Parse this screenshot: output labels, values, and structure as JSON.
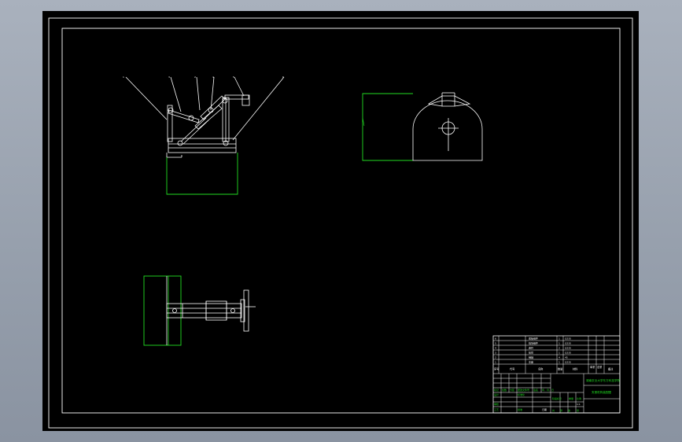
{
  "drawing": {
    "background": "#000000",
    "frame_color": "#ffffff",
    "accent_color": "#22dd22",
    "window_background": "#9aa3b0"
  },
  "balloons": [
    "1",
    "3",
    "2",
    "4",
    "5",
    "6"
  ],
  "title_block": {
    "parts_rows": [
      {
        "no": "6",
        "name": "底板组件",
        "qty": "1",
        "mat": "Q235"
      },
      {
        "no": "5",
        "name": "挡块组件",
        "qty": "1",
        "mat": "Q235"
      },
      {
        "no": "4",
        "name": "连杆",
        "qty": "2",
        "mat": "Q235"
      },
      {
        "no": "3",
        "name": "摇臂",
        "qty": "1",
        "mat": "Q235"
      },
      {
        "no": "2",
        "name": "销轴",
        "qty": "4",
        "mat": "45"
      },
      {
        "no": "1",
        "name": "支座",
        "qty": "1",
        "mat": "Q235"
      }
    ],
    "header": {
      "no": "序号",
      "name": "名称",
      "code": "代号",
      "qty": "数量",
      "mat": "材料",
      "weight": "单重",
      "total": "总重",
      "note": "备注"
    },
    "school": "湖南农业大学东方科技学院",
    "drawing_name": "夹紧机构装配图",
    "stage_label": "阶段标记",
    "weight_label": "重量",
    "scale_label": "比例",
    "scale_value": "1:1",
    "sheet_a": "共",
    "sheet_b": "张",
    "sheet_c": "第",
    "sheet_d": "张",
    "designer": "设计",
    "reviewer": "审核",
    "process": "工艺",
    "approve": "批准",
    "std": "标准化",
    "date": "日期",
    "mark": "标记",
    "count": "处数",
    "zone": "分区",
    "change_doc": "更改文件号",
    "sign": "签名",
    "ymd": "年、月、日"
  }
}
